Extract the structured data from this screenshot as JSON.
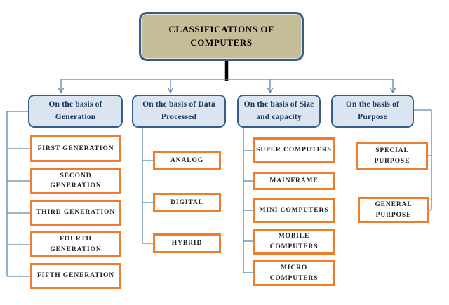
{
  "root": {
    "title": "CLASSIFICATIONS OF COMPUTERS"
  },
  "branches": [
    {
      "label": "On the basis of Generation",
      "children": [
        "FIRST GENERATION",
        "SECOND GENERATION",
        "THIRD GENERATION",
        "FOURTH GENERATION",
        "FIFTH GENERATION"
      ]
    },
    {
      "label": "On the basis of Data Processed",
      "children": [
        "ANALOG",
        "DIGITAL",
        "HYBRID"
      ]
    },
    {
      "label": "On the basis of Size and capacity",
      "children": [
        "SUPER COMPUTERS",
        "MAINFRAME",
        "MINI COMPUTERS",
        "MOBILE COMPUTERS",
        "MICRO COMPUTERS"
      ]
    },
    {
      "label": "On the basis of Purpose",
      "children": [
        "SPECIAL PURPOSE",
        "GENERAL PURPOSE"
      ]
    }
  ],
  "colors": {
    "root_fill": "#c4bd97",
    "box_border_blue": "#385d8a",
    "branch_fill": "#dbe5f1",
    "branch_text": "#17375d",
    "leaf_border_orange": "#ef7d2b",
    "leaf_text": "#1f1f1f",
    "connector_blue": "#5b87b5",
    "trunk_black": "#000000",
    "page_bg": "#ffffff"
  }
}
